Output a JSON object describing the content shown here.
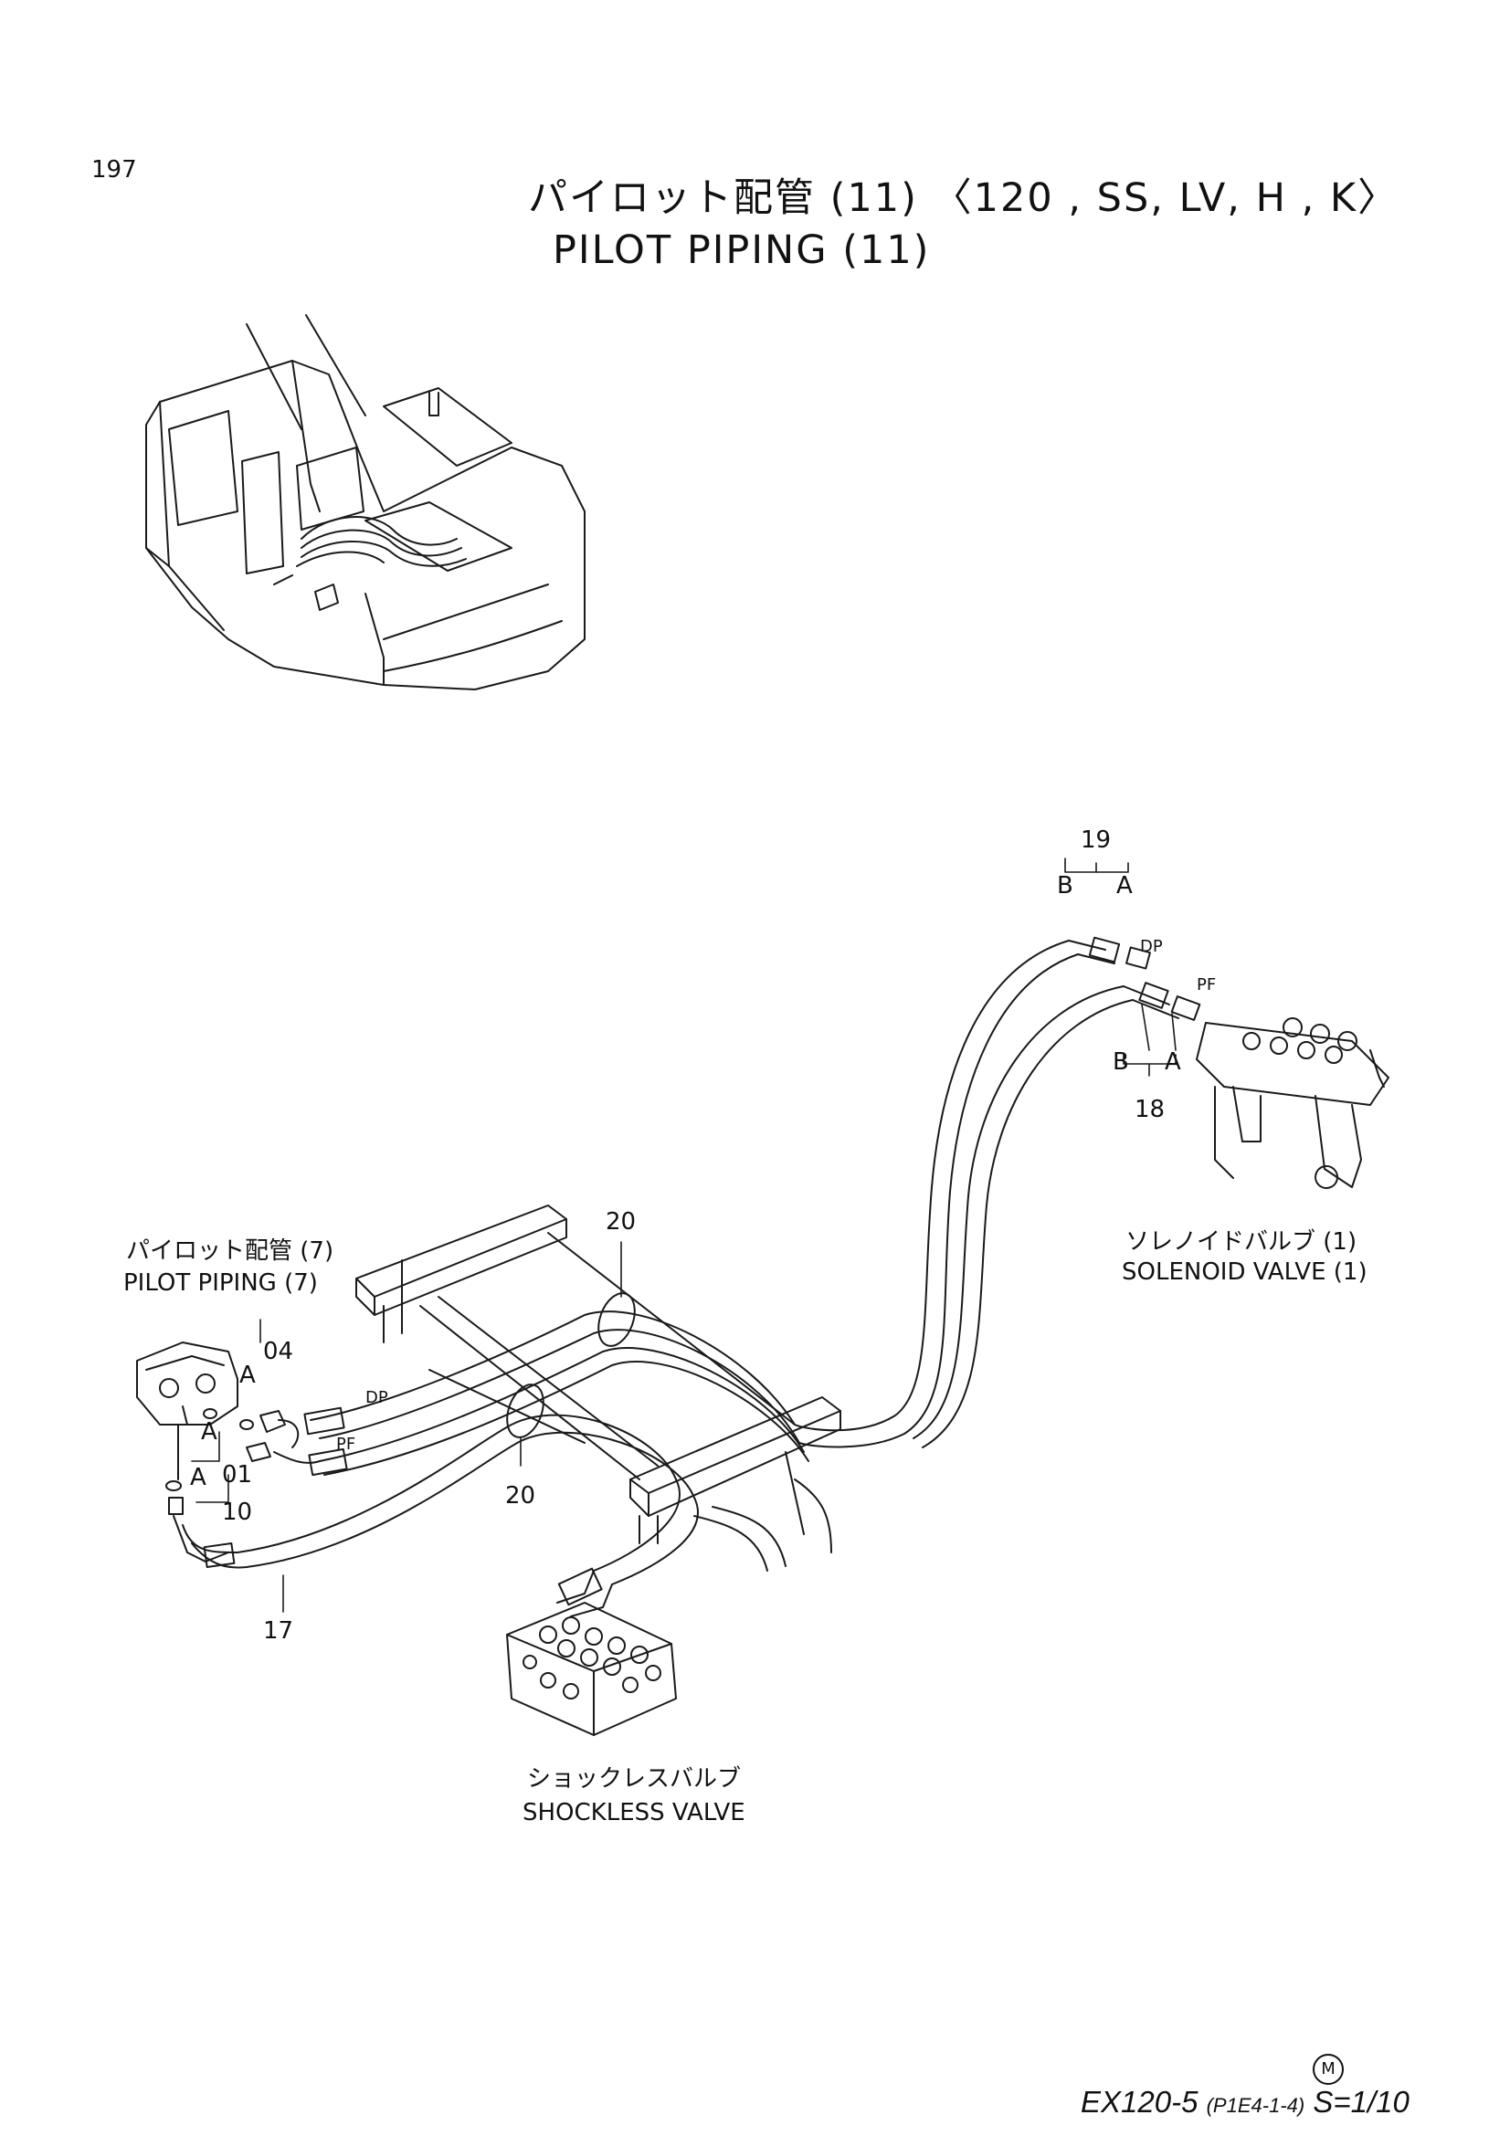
{
  "page_number": "197",
  "title_jp": "パイロット配管  (11) 〈120 , SS, LV, H , K〉",
  "title_en": "PILOT  PIPING  (11)",
  "labels": {
    "pilot_piping_7_jp": "パイロット配管 (7)",
    "pilot_piping_7_en": "PILOT  PIPING  (7)",
    "solenoid_valve_jp": "ソレノイドバルブ   (1)",
    "solenoid_valve_en": "SOLENOID  VALVE (1)",
    "shockless_valve_jp": "ショックレスバルブ",
    "shockless_valve_en": "SHOCKLESS  VALVE"
  },
  "callouts": {
    "c19": "19",
    "c18": "18",
    "c20_top": "20",
    "c20_bottom": "20",
    "c04": "04",
    "c01": "01",
    "c10": "10",
    "c17": "17",
    "B_top": "B",
    "A_top": "A",
    "B_bottom": "B",
    "A_bottom": "A",
    "A_04": "A",
    "A_01a": "A",
    "A_01b": "A",
    "DP_right": "DP",
    "PF_right": "PF",
    "DP_left": "DP",
    "PF_left": "PF"
  },
  "footer": {
    "model": "EX120-5",
    "code": "(P1E4-1-4)",
    "scale": "S=1/10",
    "mark": "M"
  }
}
